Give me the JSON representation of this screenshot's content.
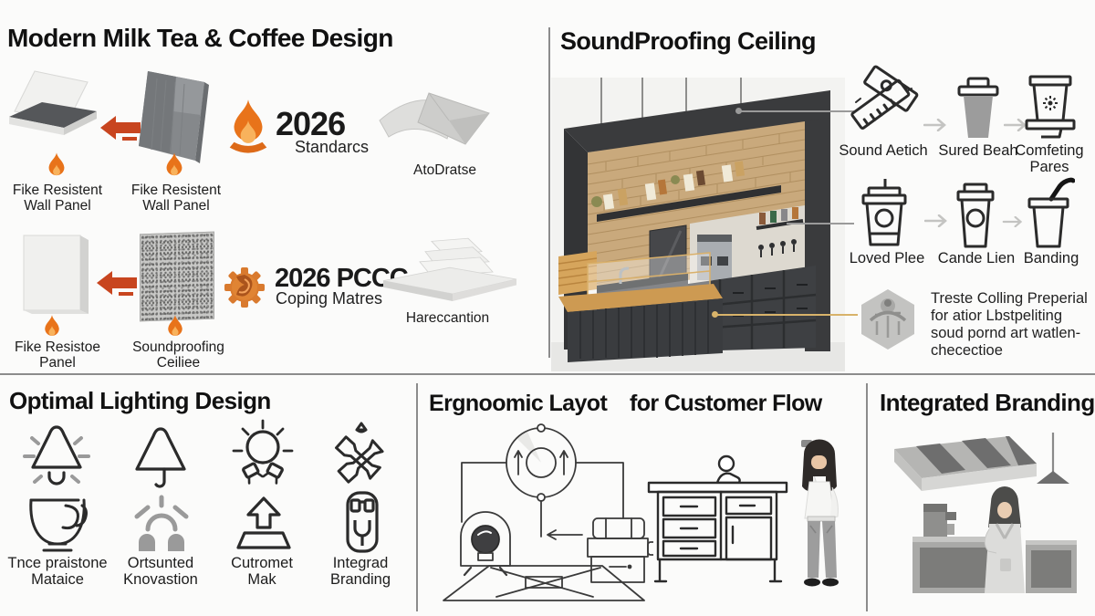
{
  "top_left": {
    "title": "Modern Milk Tea & Coffee Design",
    "row1": {
      "panel1_label": "Fike Resistent\nWall Panel",
      "panel2_label": "Fike Resistent\nWall Panel",
      "standard_year": "2026",
      "standard_sub": "Standarcs",
      "panels_label": "AtoDratse"
    },
    "row2": {
      "panel1_label": "Fike Resistoe\nPanel",
      "panel2_label": "Soundproofing\nCeiliee",
      "standard_year": "2026 PCCC",
      "standard_sub": "Coping Matres",
      "panels_label": "Hareccantion"
    }
  },
  "top_right": {
    "title": "SoundProofing Ceiling",
    "row1": [
      {
        "icon": "measuring-tool-icon",
        "label": "Sound Aetich"
      },
      {
        "icon": "paper-cup-filled-icon",
        "label": "Sured Beah"
      },
      {
        "icon": "paper-cup-sparkle-icon",
        "label": "Comfeting\nPares"
      }
    ],
    "row2": [
      {
        "icon": "cup-straw-icon",
        "label": "Loved Plee"
      },
      {
        "icon": "cup-logo-icon",
        "label": "Cande Lien"
      },
      {
        "icon": "cup-bent-straw-icon",
        "label": "Banding"
      }
    ],
    "note": "Treste Colling Preperial\nfor atior Lbstpeliting\nsoud pornd art watlen-\nchecectioe"
  },
  "bottom_left": {
    "title": "Optimal Lighting Design",
    "labels": [
      "Tnce praistone\nMataice",
      "Ortsunted\nKnovastion",
      "Cutromet\nMak",
      "Integrad\nBranding"
    ]
  },
  "bottom_middle": {
    "title_left": "Ergnoomic Layot",
    "title_right": "for Customer Flow"
  },
  "bottom_right": {
    "title": "Integrated Branding"
  },
  "colors": {
    "flame_orange": "#E8731A",
    "arrow_red": "#C8451F",
    "gear_orange": "#D97A2E",
    "callout_tan": "#D8B36A",
    "brick": "#C9A97C",
    "cabinet_dark": "#3E4043"
  }
}
